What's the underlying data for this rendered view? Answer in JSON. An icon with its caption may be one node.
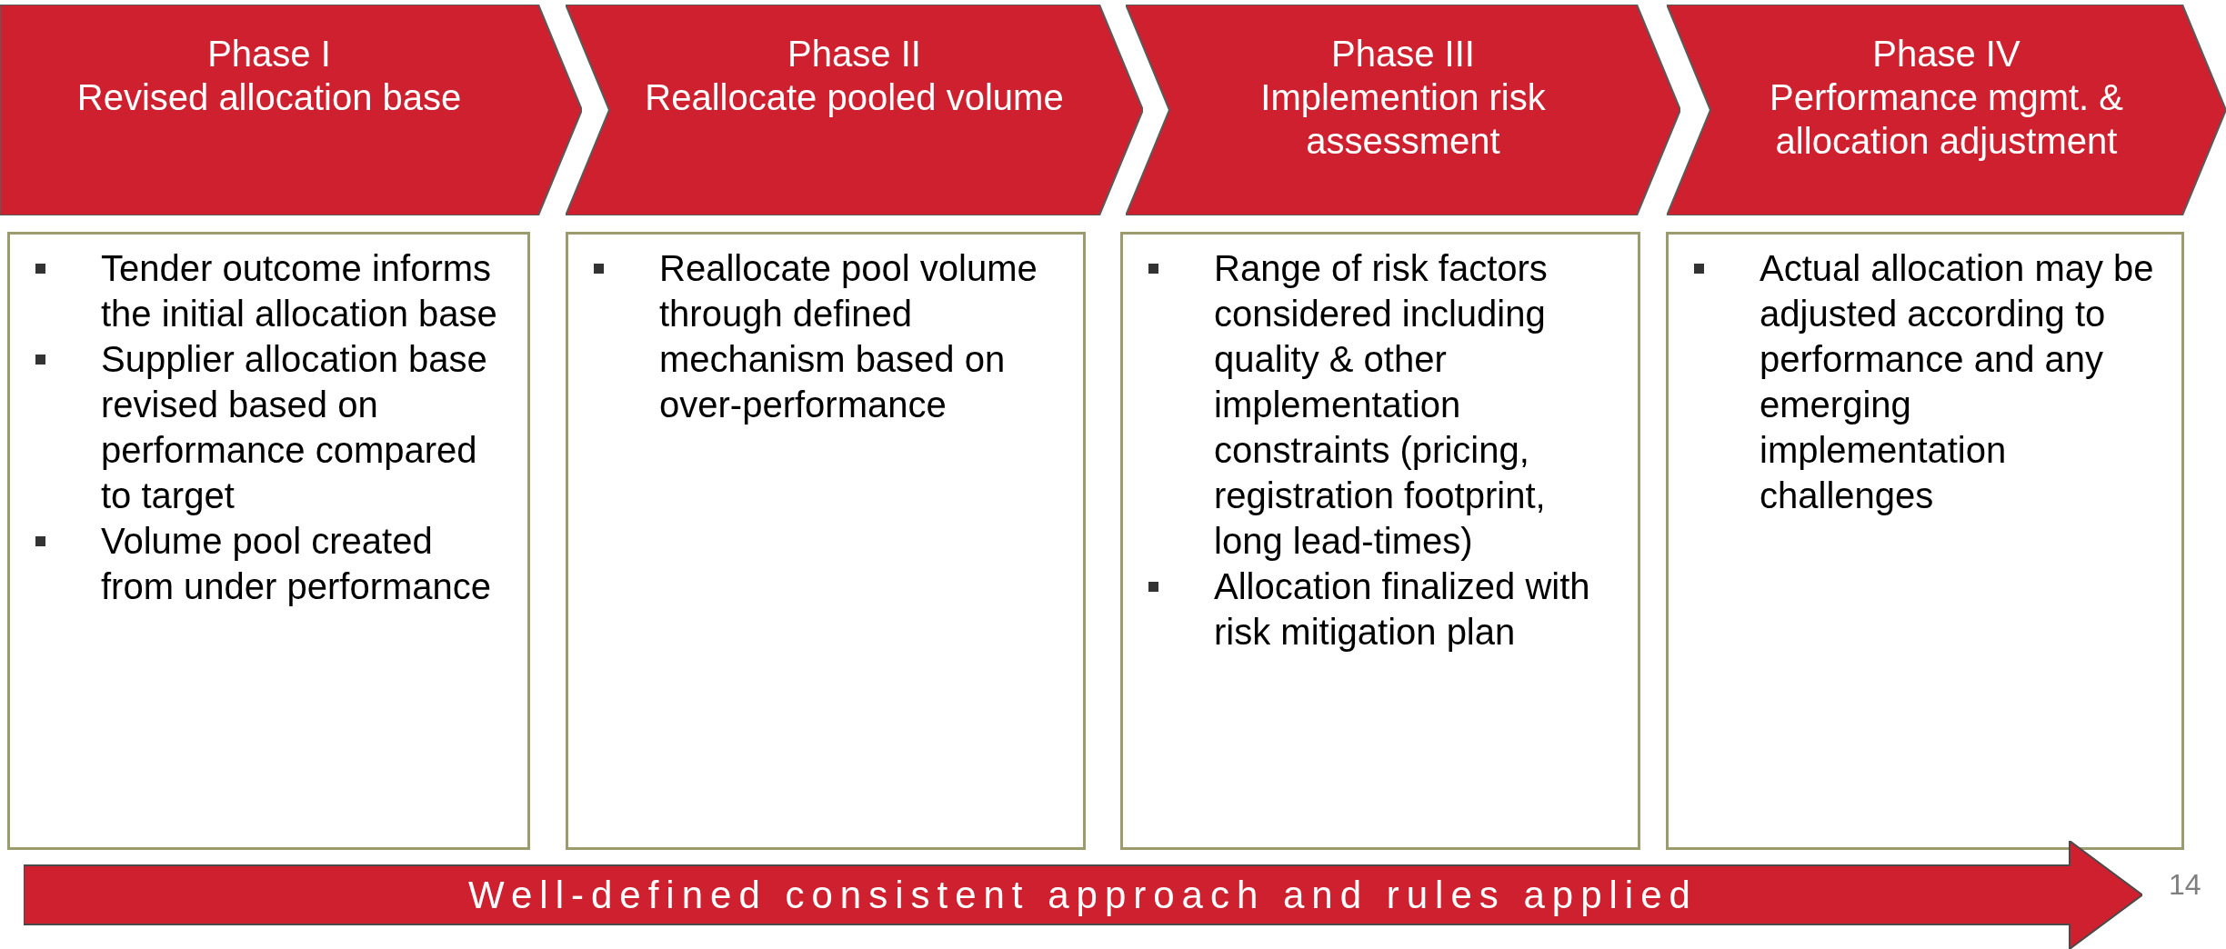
{
  "diagram": {
    "nodes": [
      {
        "text": [
          "Phase I",
          "Revised allocation base"
        ]
      },
      {
        "text": [
          "Phase II",
          "Reallocate pooled volume"
        ]
      },
      {
        "text": [
          "Phase III",
          "Implemention risk assessment"
        ]
      },
      {
        "text": [
          "Phase IV",
          "Performance mgmt. & allocation adjustment"
        ]
      },
      {
        "text": [
          "Tender outcome informs the initial allocation base",
          "Supplier allocation base revised based on performance compared to target",
          "Volume pool created from under performance"
        ]
      },
      {
        "text": [
          "Reallocate pool volume through defined mechanism based on over-performance"
        ]
      },
      {
        "text": [
          "Range of risk factors considered including quality & other implementation constraints (pricing, registration footprint, long lead-times)",
          "Allocation finalized with risk mitigation plan"
        ]
      },
      {
        "text": [
          "Actual allocation may be adjusted according to performance and any emerging implementation challenges"
        ]
      },
      {
        "text": [
          "Well-defined consistent approach and rules applied"
        ]
      }
    ],
    "labels": [
      "14"
    ]
  }
}
